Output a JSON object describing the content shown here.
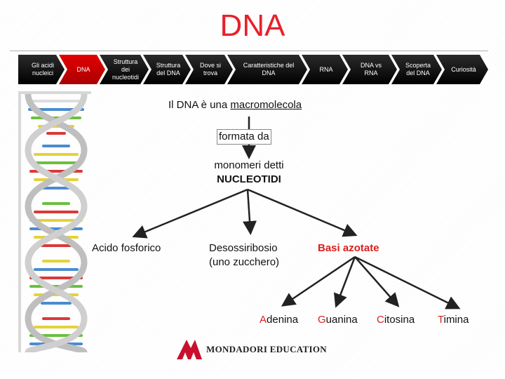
{
  "title": "DNA",
  "nav": {
    "tabs": [
      {
        "label": "Gli acidi nucleici"
      },
      {
        "label": "DNA"
      },
      {
        "label": "Struttura dei nucleotidi"
      },
      {
        "label": "Struttura del DNA"
      },
      {
        "label": "Dove si trova"
      },
      {
        "label": "Caratteristiche del DNA"
      },
      {
        "label": "RNA"
      },
      {
        "label": "DNA vs RNA"
      },
      {
        "label": "Scoperta del DNA"
      },
      {
        "label": "Curiosità"
      }
    ],
    "active_index": 1
  },
  "diagram": {
    "statement_prefix": "Il DNA è una",
    "statement_term": "macromolecola",
    "connector": "formata da",
    "monomers_line1": "monomeri detti",
    "monomers_line2": "NUCLEOTIDI",
    "components": {
      "phosphate": "Acido fosforico",
      "sugar_line1": "Desossiribosio",
      "sugar_line2": "(uno zucchero)",
      "bases": "Basi azotate"
    },
    "bases": [
      {
        "initial": "A",
        "rest": "denina"
      },
      {
        "initial": "G",
        "rest": "uanina"
      },
      {
        "initial": "C",
        "rest": "itosina"
      },
      {
        "initial": "T",
        "rest": "imina"
      }
    ]
  },
  "logo": {
    "text": "MONDADORI EDUCATION"
  },
  "colors": {
    "title": "#e8202a",
    "active_tab": "#d40000",
    "accent_text": "#d8201e"
  }
}
